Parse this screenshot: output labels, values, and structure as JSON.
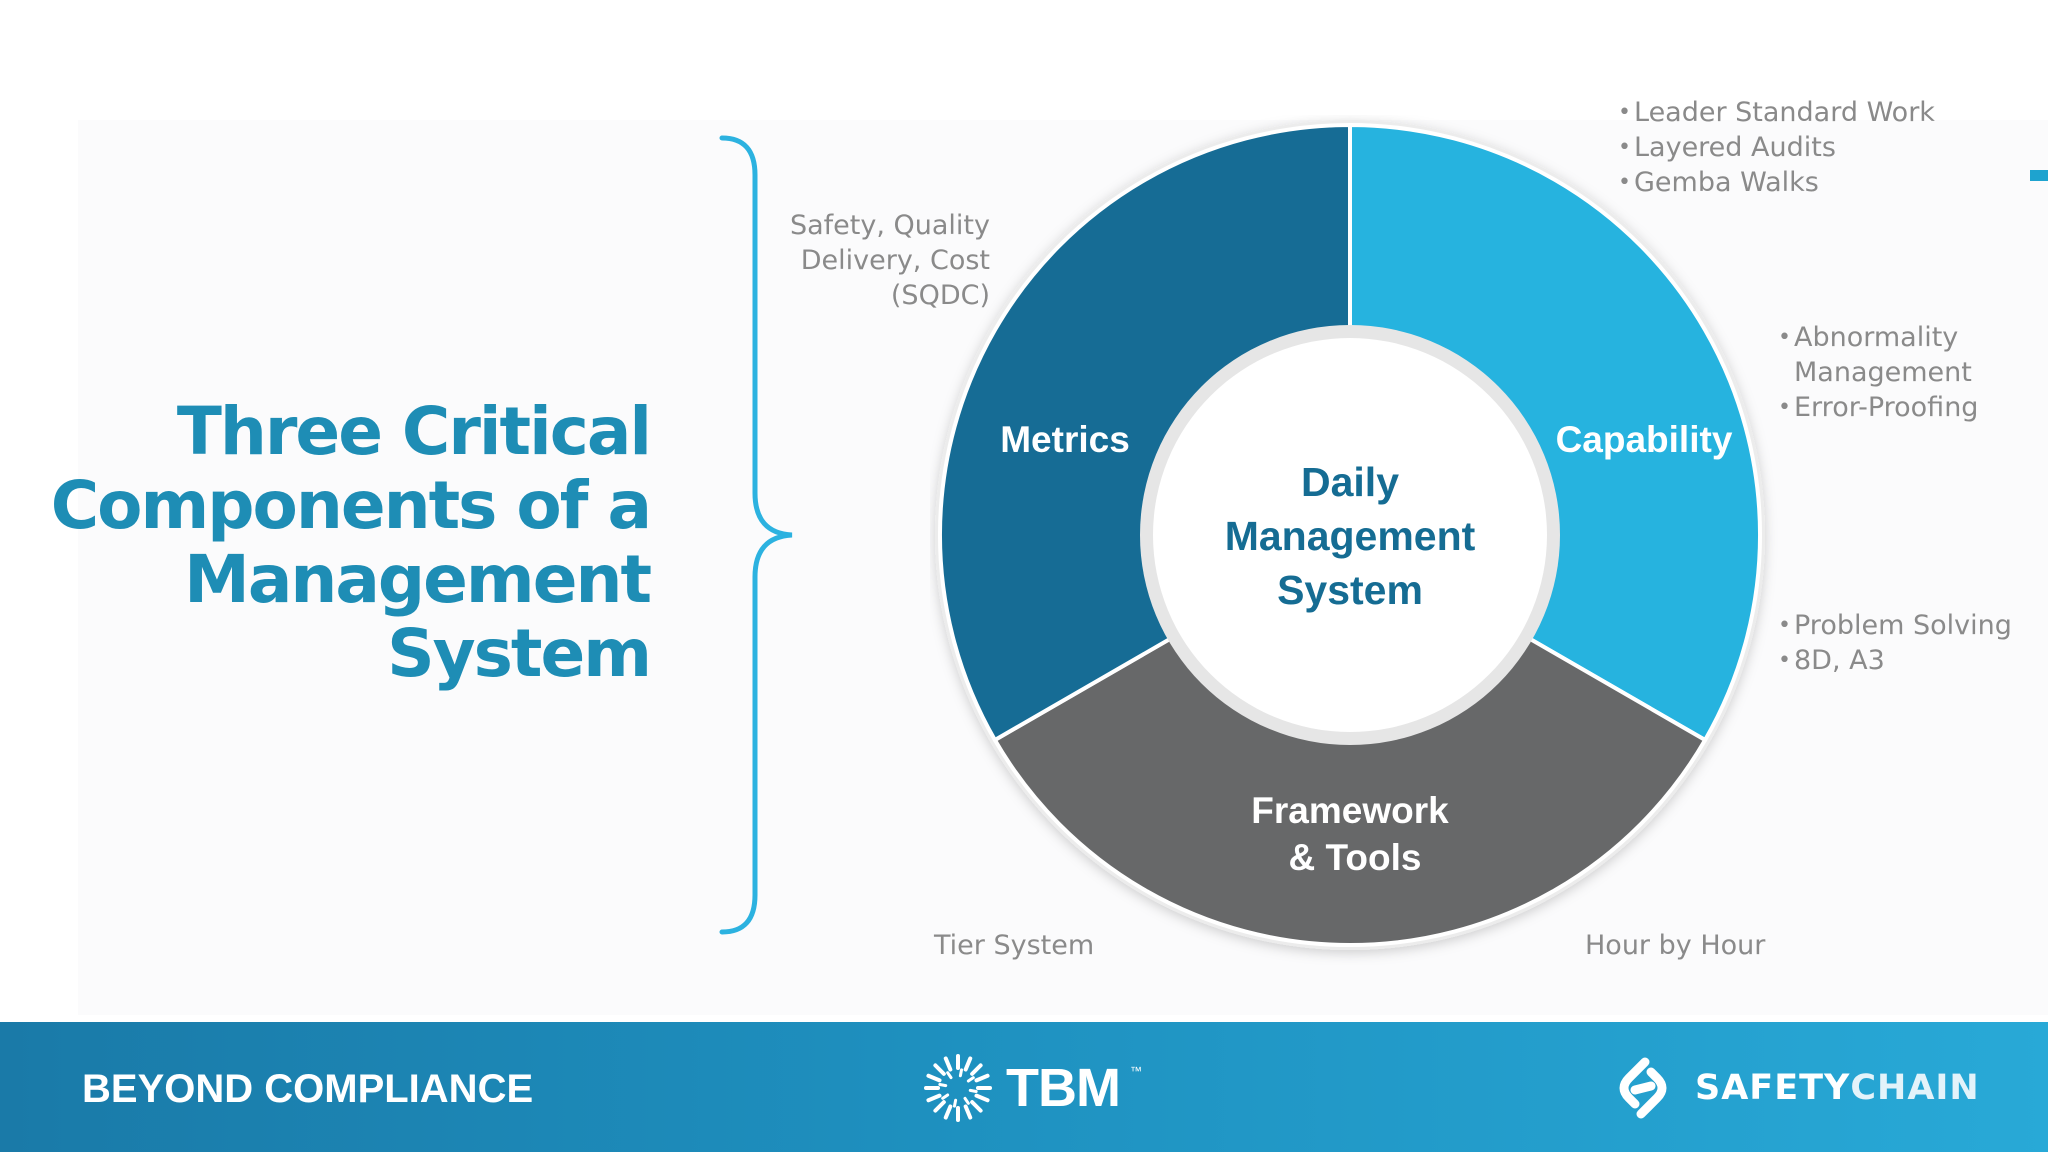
{
  "title_lines": [
    "Three Critical",
    "Components of a",
    "Management",
    "System"
  ],
  "center_lines": [
    "Daily",
    "Management",
    "System"
  ],
  "segments": {
    "metrics": {
      "label": "Metrics",
      "color": "#166c95"
    },
    "capability": {
      "label": "Capability",
      "color": "#26b3df"
    },
    "framework": {
      "label1": "Framework",
      "label2": "& Tools",
      "color": "#676869"
    }
  },
  "notes": {
    "metrics_lines": [
      "Safety, Quality",
      "Delivery, Cost",
      "(SQDC)"
    ],
    "capability_top": [
      "Leader Standard Work",
      "Layered Audits",
      "Gemba Walks"
    ],
    "capability_mid": {
      "item1_line1": "Abnormality",
      "item1_line2": "Management",
      "item2": "Error-Proofing"
    },
    "capability_bottom": [
      "Problem Solving",
      "8D, A3"
    ],
    "tier_system": "Tier System",
    "hour_by_hour": "Hour by Hour"
  },
  "footer": {
    "tagline": "BEYOND COMPLIANCE",
    "tbm_logo": "TBM",
    "tbm_trademark": "™",
    "safetychain_logo_part1": "SAFETY",
    "safetychain_logo_part2": "CHAIN"
  },
  "icons": {
    "tbm": "starburst-icon",
    "safetychain": "chain-link-icon"
  },
  "colors": {
    "accent": "#1e8db5",
    "bracket": "#2cb2e0",
    "note_text": "#8a8a8a"
  }
}
